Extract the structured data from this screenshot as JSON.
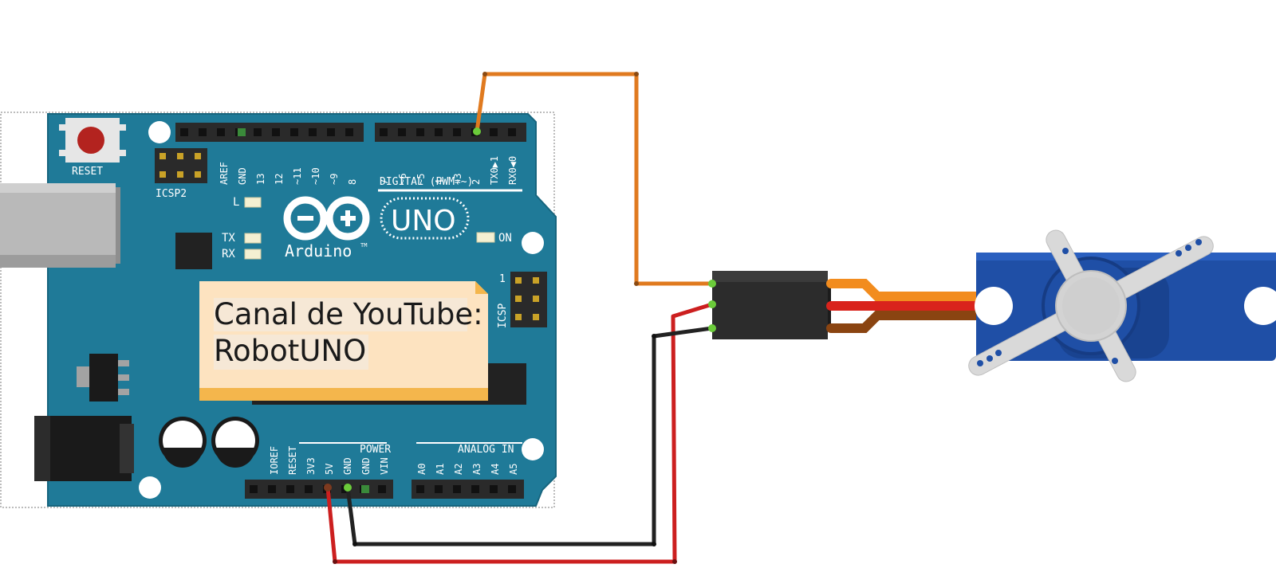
{
  "board": {
    "name": "Arduino",
    "model": "UNO",
    "trademark": "TM",
    "reset_label": "RESET",
    "icsp2_label": "ICSP2",
    "icsp_label": "ICSP",
    "icsp_pin1": "1",
    "led_l": "L",
    "led_tx": "TX",
    "led_rx": "RX",
    "on_label": "ON",
    "digital_label": "DIGITAL (PWM=~)",
    "power_label": "POWER",
    "analog_label": "ANALOG IN",
    "top_pins": [
      "AREF",
      "GND",
      "13",
      "12",
      "~11",
      "~10",
      "~9",
      "8",
      "7",
      "~6",
      "~5",
      "4",
      "~3",
      "2",
      "TX0▶1",
      "RX0◀0"
    ],
    "power_pins": [
      "IOREF",
      "RESET",
      "3V3",
      "5V",
      "GND",
      "GND",
      "VIN"
    ],
    "analog_pins": [
      "A0",
      "A1",
      "A2",
      "A3",
      "A4",
      "A5"
    ],
    "colors": {
      "pcb": "#1f7a98",
      "pcb_edge": "#17657e",
      "reset_button": "#b3231f"
    }
  },
  "note": {
    "line1": "Canal de YouTube:",
    "line2": "RobotUNO",
    "colors": {
      "paper": "#fde3c0",
      "strip": "#f4b64c"
    }
  },
  "wires": {
    "signal": {
      "color": "#e07a1f",
      "from": "D2",
      "to": "servo signal"
    },
    "power": {
      "color": "#cc1f1f",
      "from": "5V",
      "to": "servo power"
    },
    "ground": {
      "color": "#222222",
      "from": "GND",
      "to": "servo ground"
    }
  },
  "servo": {
    "colors": {
      "body": "#1f4fa6",
      "horn": "#d9d9d9",
      "lead_signal": "#f28c1e",
      "lead_power": "#d9231c",
      "lead_ground": "#8a4411"
    }
  }
}
